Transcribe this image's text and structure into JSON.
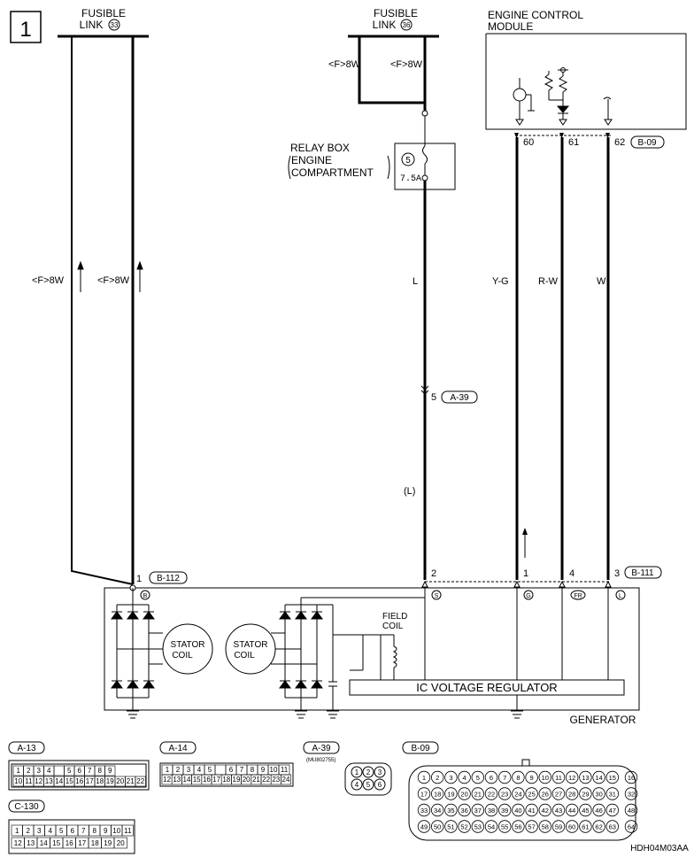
{
  "page": {
    "section_number": "1",
    "drawing_code": "HDH04M03AA"
  },
  "fusible_links": [
    {
      "text": "FUSIBLE",
      "text2": "LINK",
      "num": "33"
    },
    {
      "text": "FUSIBLE",
      "text2": "LINK",
      "num": "36"
    }
  ],
  "ecm": {
    "title1": "ENGINE CONTROL",
    "title2": "MODULE"
  },
  "relay_box": {
    "line1": "RELAY BOX",
    "line2": "ENGINE",
    "line3": "COMPARTMENT",
    "fuse_num": "5",
    "fuse_rating": "7.5A"
  },
  "wire_labels": {
    "f8w": "<F>8W",
    "L": "L",
    "YG": "Y-G",
    "RW": "R-W",
    "W": "W",
    "L_paren": "(L)"
  },
  "ecm_pins": [
    "60",
    "61",
    "62"
  ],
  "connectors": {
    "b09": "B-09",
    "a39": "A-39",
    "b112": "B-112",
    "b111": "B-111",
    "a13": "A-13",
    "a14": "A-14",
    "c130": "C-130",
    "a39_part": "(MU802755)"
  },
  "junction_pin": "5",
  "gen_pins": {
    "p1": "1",
    "p2": "2",
    "p1b": "1",
    "p4": "4",
    "p3": "3"
  },
  "terminal_marks": {
    "B": "B",
    "S": "S",
    "G": "G",
    "FR": "FR",
    "L": "L"
  },
  "generator": {
    "label": "GENERATOR",
    "stator1": "STATOR",
    "stator2": "COIL",
    "field1": "FIELD",
    "field2": "COIL",
    "regulator": "IC VOLTAGE REGULATOR"
  },
  "conn_a13": {
    "row1": [
      "1",
      "2",
      "3",
      "4",
      "",
      "5",
      "6",
      "7",
      "8",
      "9"
    ],
    "row2": [
      "10",
      "11",
      "12",
      "13",
      "14",
      "15",
      "16",
      "17",
      "18",
      "19",
      "20",
      "21",
      "22"
    ]
  },
  "conn_a14": {
    "row1": [
      "1",
      "2",
      "3",
      "4",
      "5",
      "",
      "6",
      "7",
      "8",
      "9",
      "10",
      "11"
    ],
    "row2": [
      "12",
      "13",
      "14",
      "15",
      "16",
      "17",
      "18",
      "19",
      "20",
      "21",
      "22",
      "23",
      "24"
    ]
  },
  "conn_c130": {
    "row1": [
      "1",
      "2",
      "3",
      "4",
      "5",
      "6",
      "7",
      "8",
      "9",
      "10",
      "11"
    ],
    "row2": [
      "12",
      "13",
      "14",
      "15",
      "16",
      "17",
      "18",
      "19",
      "20"
    ]
  },
  "conn_a39_pins": [
    "1",
    "2",
    "3",
    "4",
    "5",
    "6"
  ],
  "conn_b09_pins": [
    "1",
    "2",
    "3",
    "4",
    "5",
    "6",
    "7",
    "8",
    "9",
    "10",
    "11",
    "12",
    "13",
    "14",
    "15",
    "16",
    "17",
    "18",
    "19",
    "20",
    "21",
    "22",
    "23",
    "24",
    "25",
    "26",
    "27",
    "28",
    "29",
    "30",
    "31",
    "32",
    "33",
    "34",
    "35",
    "36",
    "37",
    "38",
    "39",
    "40",
    "41",
    "42",
    "43",
    "44",
    "45",
    "46",
    "47",
    "48",
    "49",
    "50",
    "51",
    "52",
    "53",
    "54",
    "55",
    "56",
    "57",
    "58",
    "59",
    "60",
    "61",
    "62",
    "63",
    "64"
  ]
}
